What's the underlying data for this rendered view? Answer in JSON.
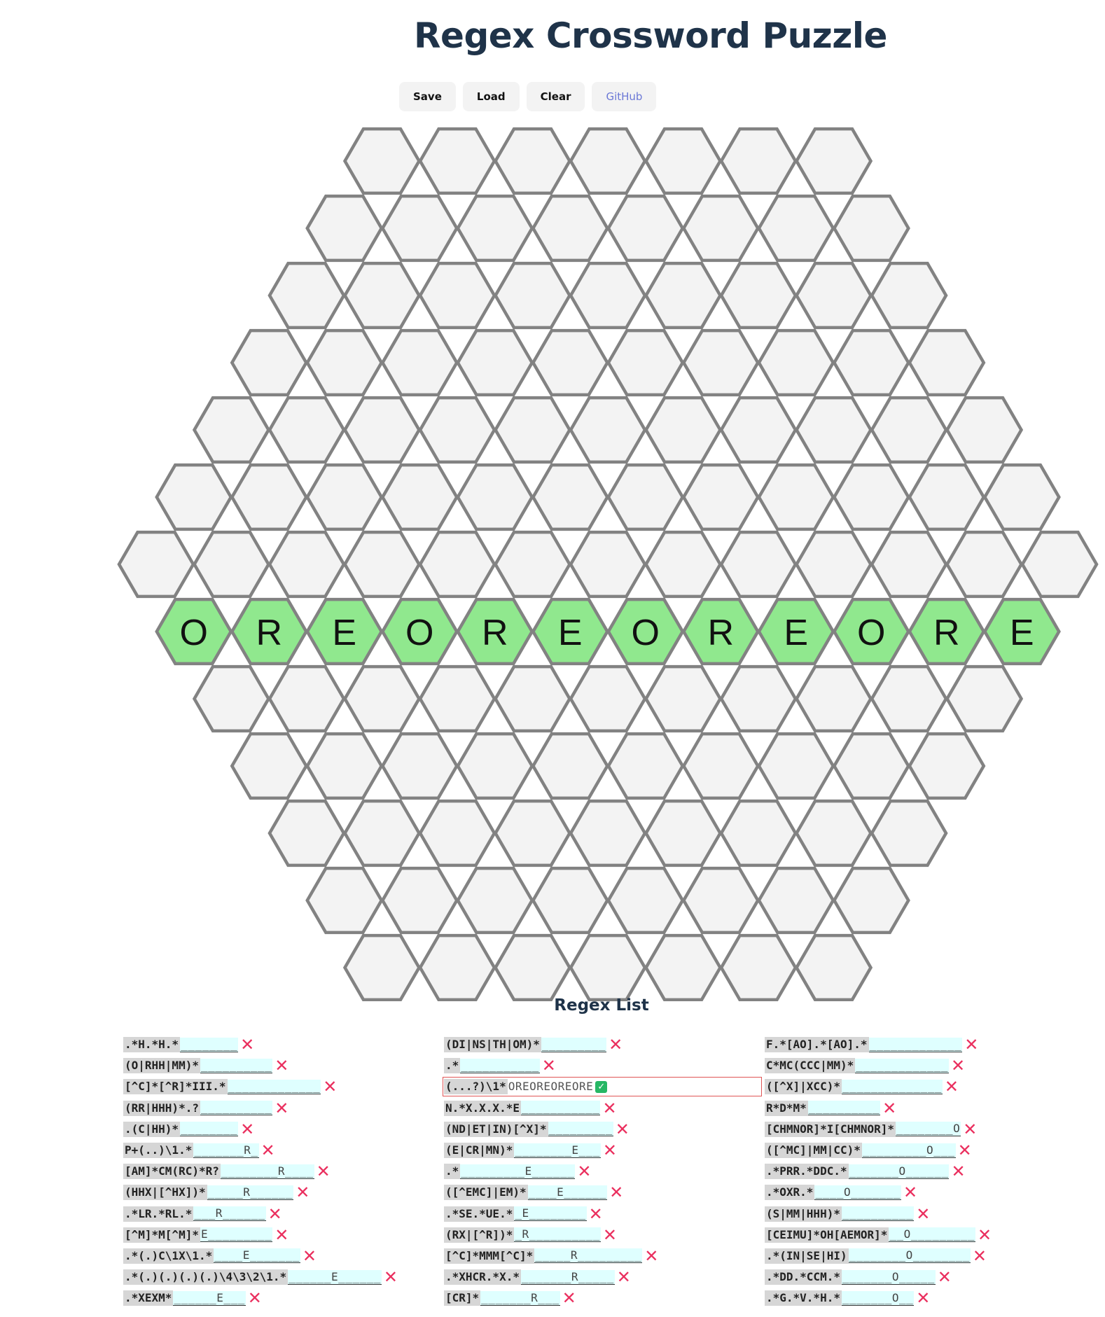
{
  "title": "Regex Crossword Puzzle",
  "toolbar": {
    "save": "Save",
    "load": "Load",
    "clear": "Clear",
    "github": "GitHub"
  },
  "grid": {
    "rows": [
      {
        "count": 7,
        "letters": []
      },
      {
        "count": 8,
        "letters": []
      },
      {
        "count": 9,
        "letters": []
      },
      {
        "count": 10,
        "letters": []
      },
      {
        "count": 11,
        "letters": []
      },
      {
        "count": 12,
        "letters": []
      },
      {
        "count": 13,
        "letters": []
      },
      {
        "count": 12,
        "letters": [
          "O",
          "R",
          "E",
          "O",
          "R",
          "E",
          "O",
          "R",
          "E",
          "O",
          "R",
          "E"
        ],
        "solved": true
      },
      {
        "count": 11,
        "letters": []
      },
      {
        "count": 10,
        "letters": []
      },
      {
        "count": 9,
        "letters": []
      },
      {
        "count": 8,
        "letters": []
      },
      {
        "count": 7,
        "letters": []
      }
    ]
  },
  "regex_list": {
    "title": "Regex List",
    "columns": [
      [
        {
          "pattern": ".*H.*H.*",
          "answer": "________",
          "status": "bad"
        },
        {
          "pattern": "(O|RHH|MM)*",
          "answer": "__________",
          "status": "bad"
        },
        {
          "pattern": "[^C]*[^R]*III.*",
          "answer": "_____________",
          "status": "bad"
        },
        {
          "pattern": "(RR|HHH)*.?",
          "answer": "__________",
          "status": "bad"
        },
        {
          "pattern": ".(C|HH)*",
          "answer": "________",
          "status": "bad"
        },
        {
          "pattern": "P+(..)\\1.*",
          "answer": "_______R_",
          "status": "bad"
        },
        {
          "pattern": "[AM]*CM(RC)*R?",
          "answer": "________R____",
          "status": "bad"
        },
        {
          "pattern": "(HHX|[^HX])*",
          "answer": "_____R______",
          "status": "bad"
        },
        {
          "pattern": ".*LR.*RL.*",
          "answer": "___R______",
          "status": "bad"
        },
        {
          "pattern": "[^M]*M[^M]*",
          "answer": "E_________",
          "status": "bad"
        },
        {
          "pattern": ".*(.)C\\1X\\1.*",
          "answer": "____E_______",
          "status": "bad"
        },
        {
          "pattern": ".*(.)(.)(.)(.)\\4\\3\\2\\1.*",
          "answer": "______E______",
          "status": "bad"
        },
        {
          "pattern": ".*XEXM*",
          "answer": "______E___",
          "status": "bad"
        }
      ],
      [
        {
          "pattern": "(DI|NS|TH|OM)*",
          "answer": "_________",
          "status": "bad"
        },
        {
          "pattern": ".*",
          "answer": "___________",
          "status": "bad"
        },
        {
          "pattern": "(...?)\\1*",
          "answer": "OREOREOREORE",
          "status": "ok",
          "current": true
        },
        {
          "pattern": "N.*X.X.X.*E",
          "answer": "___________",
          "status": "bad"
        },
        {
          "pattern": "(ND|ET|IN)[^X]*",
          "answer": "_________",
          "status": "bad"
        },
        {
          "pattern": "(E|CR|MN)*",
          "answer": "________E___",
          "status": "bad"
        },
        {
          "pattern": ".*",
          "answer": "_________E______",
          "status": "bad"
        },
        {
          "pattern": "([^EMC]|EM)*",
          "answer": "____E______",
          "status": "bad"
        },
        {
          "pattern": ".*SE.*UE.*",
          "answer": "_E________",
          "status": "bad"
        },
        {
          "pattern": "(RX|[^R])*",
          "answer": "_R__________",
          "status": "bad"
        },
        {
          "pattern": "[^C]*MMM[^C]*",
          "answer": "_____R_________",
          "status": "bad"
        },
        {
          "pattern": ".*XHCR.*X.*",
          "answer": "_______R_____",
          "status": "bad"
        },
        {
          "pattern": "[CR]*",
          "answer": "_______R___",
          "status": "bad"
        }
      ],
      [
        {
          "pattern": "F.*[AO].*[AO].*",
          "answer": "_____________",
          "status": "bad"
        },
        {
          "pattern": "C*MC(CCC|MM)*",
          "answer": "_____________",
          "status": "bad"
        },
        {
          "pattern": "([^X]|XCC)*",
          "answer": "______________",
          "status": "bad"
        },
        {
          "pattern": "R*D*M*",
          "answer": "__________",
          "status": "bad"
        },
        {
          "pattern": "[CHMNOR]*I[CHMNOR]*",
          "answer": "________O",
          "status": "bad"
        },
        {
          "pattern": "([^MC]|MM|CC)*",
          "answer": "_________O___",
          "status": "bad"
        },
        {
          "pattern": ".*PRR.*DDC.*",
          "answer": "_______O______",
          "status": "bad"
        },
        {
          "pattern": ".*OXR.*",
          "answer": "____O_______",
          "status": "bad"
        },
        {
          "pattern": "(S|MM|HHH)*",
          "answer": "__________",
          "status": "bad"
        },
        {
          "pattern": "[CEIMU]*OH[AEMOR]*",
          "answer": "__O_________",
          "status": "bad"
        },
        {
          "pattern": ".*(IN|SE|HI)",
          "answer": "________O________",
          "status": "bad"
        },
        {
          "pattern": ".*DD.*CCM.*",
          "answer": "_______O_____",
          "status": "bad"
        },
        {
          "pattern": ".*G.*V.*H.*",
          "answer": "_______O__",
          "status": "bad"
        }
      ]
    ]
  }
}
